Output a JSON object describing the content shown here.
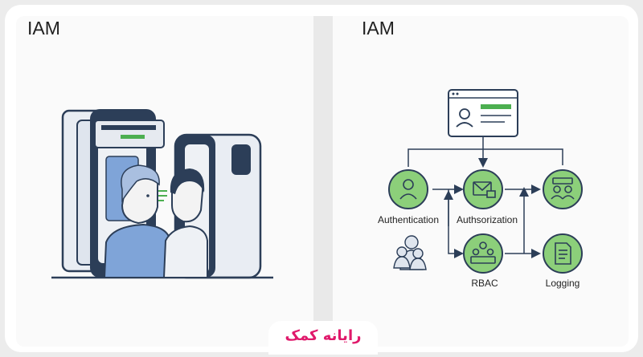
{
  "left_panel": {
    "title": "IAM"
  },
  "right_panel": {
    "title": "IAM",
    "nodes": {
      "authentication": "Authentication",
      "authorization": "Authsorization",
      "rbac": "RBAC",
      "logging": "Logging"
    }
  },
  "branding": {
    "logo_text": "رایانه کمک"
  },
  "colors": {
    "node_fill": "#8ccf7a",
    "node_stroke": "#2c3e58",
    "dark_navy": "#2c3e58",
    "light_blue": "#7fa4d8",
    "accent_green": "#4caf50",
    "logo_pink": "#e0196b"
  }
}
